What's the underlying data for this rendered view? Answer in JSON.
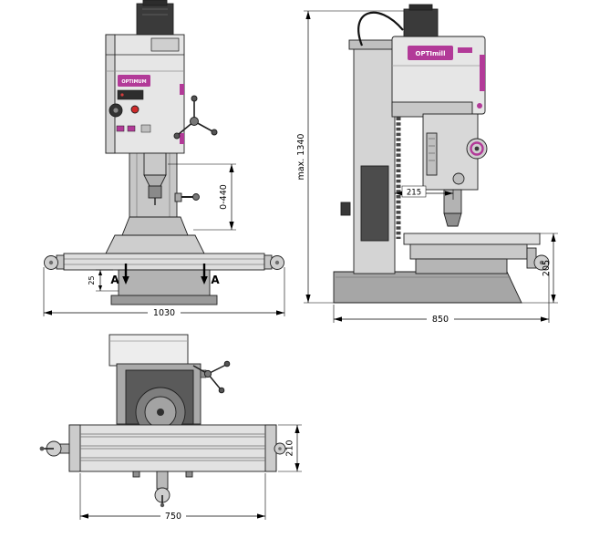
{
  "drawing": {
    "background": "#ffffff",
    "accent_color": "#b23a98",
    "line_color": "#1f1f1f"
  },
  "branding": {
    "logo_front": "OPTIMUM",
    "logo_side": "OPTImill"
  },
  "views": {
    "front": {
      "dims": {
        "spindle_stroke": "0-440",
        "base_offset": "25",
        "section_left": "A",
        "section_right": "A",
        "overall_width": "1030"
      }
    },
    "side": {
      "dims": {
        "overall_height": "max. 1340",
        "head_depth": "215",
        "table_height": "205",
        "overall_depth": "850"
      }
    },
    "top": {
      "dims": {
        "table_depth": "210",
        "table_width": "750"
      }
    }
  }
}
